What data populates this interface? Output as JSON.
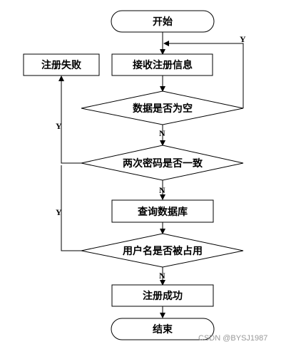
{
  "nodes": {
    "start": "开始",
    "receive": "接收注册信息",
    "fail": "注册失败",
    "empty_check": "数据是否为空",
    "pwd_check": "两次密码是否一致",
    "query": "查询数据库",
    "user_check": "用户名是否被占用",
    "success": "注册成功",
    "end": "结束"
  },
  "labels": {
    "yes": "Y",
    "no": "N"
  },
  "watermark": "CSDN @BYSJ1987"
}
